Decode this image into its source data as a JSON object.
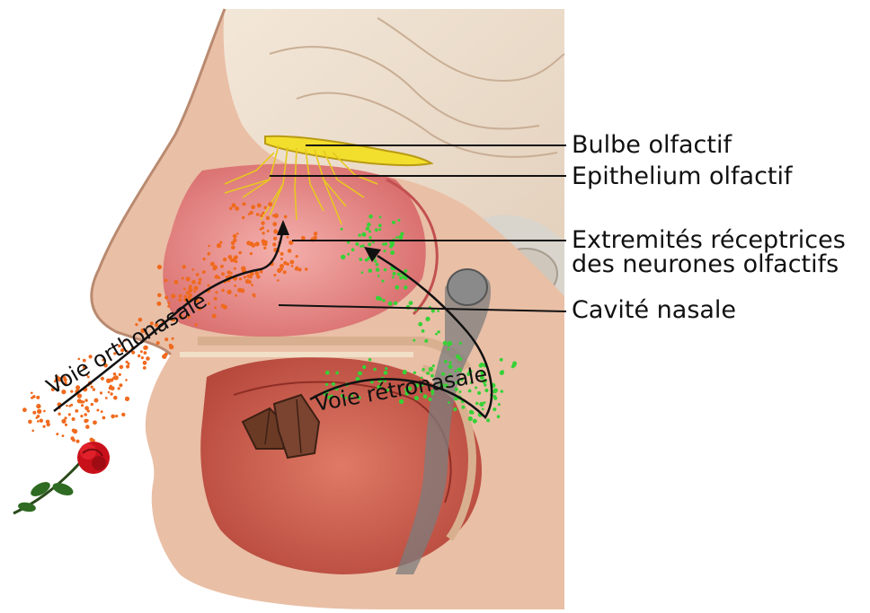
{
  "labels": {
    "bulbe": "Bulbe olfactif",
    "epithelium": "Epithelium olfactif",
    "extremites_line1": "Extremités réceptrices",
    "extremites_line2": "des neurones olfactifs",
    "cavite": "Cavité nasale"
  },
  "pathways": {
    "orthonasal": "Voie orthonasale",
    "retronasal": "Voie rétronasale"
  },
  "colors": {
    "orthonasal_particles": "#f06a1e",
    "retronasal_particles": "#36d236",
    "olfactory_bulb": "#f2de2c",
    "nasal_cavity": "#e58a8a",
    "skin": "#e9bfa6",
    "rose": "#c8101a"
  }
}
